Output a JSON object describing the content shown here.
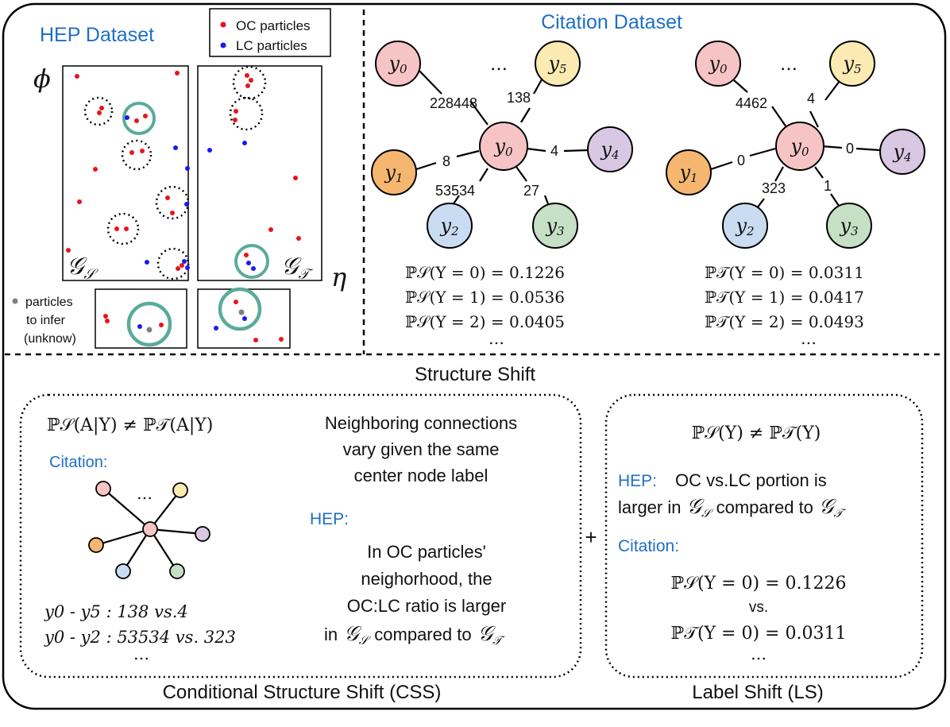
{
  "hep": {
    "title": "HEP Dataset",
    "legend_oc": "OC particles",
    "legend_lc": "LC particles",
    "axis_phi": "ϕ",
    "axis_eta": "η",
    "graph_s": "𝒢",
    "graph_s_sub": "𝒮",
    "graph_t": "𝒢",
    "graph_t_sub": "𝒯",
    "infer_line1": "particles",
    "infer_line2": "to infer",
    "infer_line3": "(unknow)"
  },
  "citation": {
    "title": "Citation Dataset",
    "left": {
      "center": "y0",
      "nodes": [
        "y0",
        "y5",
        "y1",
        "y4",
        "y2",
        "y3"
      ],
      "edge_labels": [
        "228448",
        "138",
        "8",
        "4",
        "53534",
        "27"
      ],
      "probs": [
        "ℙ𝒮(Y = 0) = 0.1226",
        "ℙ𝒮(Y = 1) = 0.0536",
        "ℙ𝒮(Y = 2) = 0.0405"
      ]
    },
    "right": {
      "center": "y0",
      "nodes": [
        "y0",
        "y5",
        "y1",
        "y4",
        "y2",
        "y3"
      ],
      "edge_labels": [
        "4462",
        "4",
        "0",
        "0",
        "323",
        "1"
      ],
      "probs": [
        "ℙ𝒯(Y = 0) = 0.0311",
        "ℙ𝒯(Y = 1) = 0.0417",
        "ℙ𝒯(Y = 2) = 0.0493"
      ]
    },
    "dots": "…"
  },
  "structure_shift": {
    "title": "Structure Shift",
    "css": {
      "formula": "ℙ𝒮(A|Y) ≠ ℙ𝒯(A|Y)",
      "citation_label": "Citation:",
      "desc_lines": [
        "Neighboring connections",
        "vary given the same",
        "center node label"
      ],
      "hep_label": "HEP:",
      "hep_lines": [
        "In OC particles'",
        "neighorhood, the",
        "OC:LC ratio is larger"
      ],
      "hep_last_prefix": "in",
      "hep_last_mid": "compared to",
      "example1": "y0 - y5 : 138 vs.4",
      "example2": "y0 - y2 : 53534 vs. 323",
      "caption": "Conditional Structure Shift (CSS)"
    },
    "plus": "+",
    "ls": {
      "formula": "ℙ𝒮(Y) ≠ ℙ𝒯(Y)",
      "hep_label": "HEP:",
      "hep_text1": "OC vs.LC portion is",
      "hep_text2_prefix": "larger in",
      "hep_text2_mid": "compared to",
      "citation_label": "Citation:",
      "p1": "ℙ𝒮(Y = 0) = 0.1226",
      "vs": "vs.",
      "p2": "ℙ𝒯(Y = 0) = 0.0311",
      "caption": "Label Shift (LS)"
    }
  },
  "colors": {
    "oc": "#e8141b",
    "lc": "#1a1aee",
    "infer": "#808080",
    "ring": "#5aab9a",
    "title_blue": "#1f6fc5",
    "node_y0": "#f6c4c4",
    "node_y5": "#fbeab2",
    "node_y1": "#f5b770",
    "node_y4": "#d9c8e4",
    "node_y2": "#c9dcf2",
    "node_y3": "#c5e0c5"
  }
}
